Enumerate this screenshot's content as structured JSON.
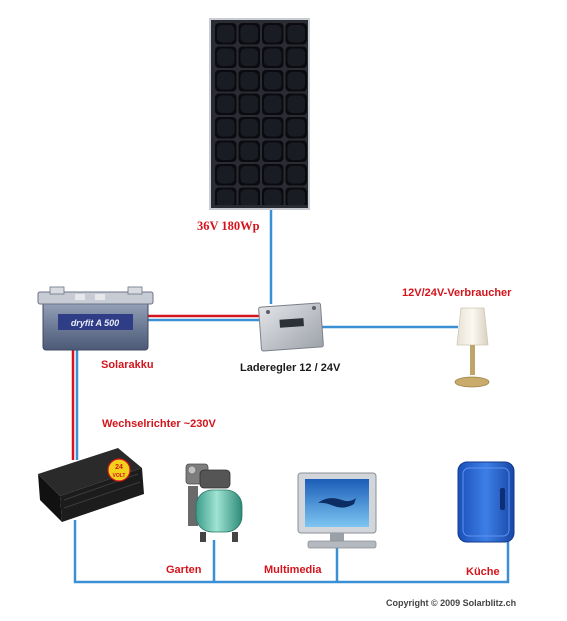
{
  "panel": {
    "label": "36V 180Wp"
  },
  "battery": {
    "label": "Solarakku",
    "brand_text": "dryfit A 500"
  },
  "controller": {
    "label": "Laderegler 12 / 24V"
  },
  "dc_load": {
    "label": "12V/24V-Verbraucher"
  },
  "inverter": {
    "label": "Wechselrichter ~230V",
    "badge_top": "24",
    "badge_bottom": "VOLT"
  },
  "consumers": [
    {
      "label": "Garten"
    },
    {
      "label": "Multimedia"
    },
    {
      "label": "Küche"
    }
  ],
  "copyright": "Copyright © 2009 Solarblitz.ch",
  "colors": {
    "dc_positive": "#d4141c",
    "dc_line": "#3b8fd4",
    "ac_line": "#3b8fd4"
  }
}
